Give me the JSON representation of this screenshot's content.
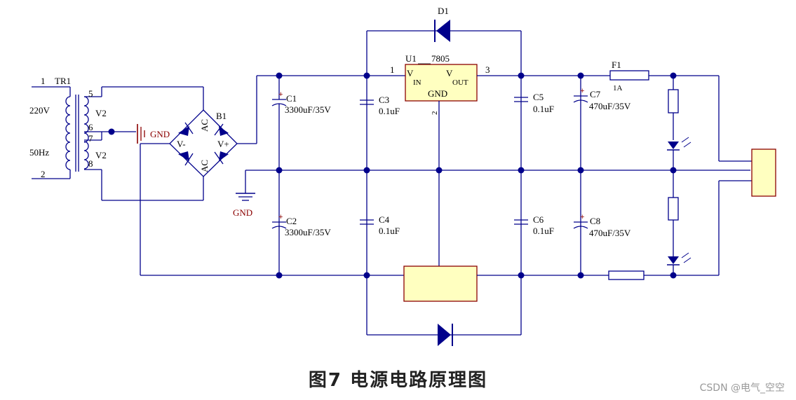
{
  "transformer": {
    "ref": "TR1",
    "pin1": "1",
    "pin2": "2",
    "pin5": "5",
    "pin6": "6",
    "pin7": "7",
    "pin8": "8",
    "primary_voltage": "220V",
    "frequency": "50Hz",
    "secondary_label": "V2"
  },
  "bridge": {
    "ref": "B1",
    "ac": "AC",
    "vminus": "V-",
    "vplus": "V+"
  },
  "gnd_label": "GND",
  "regulator": {
    "ref": "U1",
    "part": "7805",
    "pin_in": "1",
    "pin_out": "3",
    "pin_gnd": "2",
    "vin_v": "V",
    "vin_sub": "IN",
    "vout_v": "V",
    "vout_sub": "OUT",
    "gnd": "GND"
  },
  "diode": {
    "ref": "D1"
  },
  "capacitors": [
    {
      "ref": "C1",
      "value": "3300uF/35V"
    },
    {
      "ref": "C2",
      "value": "3300uF/35V"
    },
    {
      "ref": "C3",
      "value": "0.1uF"
    },
    {
      "ref": "C4",
      "value": "0.1uF"
    },
    {
      "ref": "C5",
      "value": "0.1uF"
    },
    {
      "ref": "C6",
      "value": "0.1uF"
    },
    {
      "ref": "C7",
      "value": "470uF/35V"
    },
    {
      "ref": "C8",
      "value": "470uF/35V"
    }
  ],
  "fuse": {
    "ref": "F1",
    "rating": "1A"
  },
  "caption": "图7    电源电路原理图",
  "watermark": "CSDN @电气_空空",
  "colors": {
    "wire": "#00008b",
    "component_fill": "#ffffc0",
    "component_border": "#8b0000",
    "label_red": "#8b0000"
  }
}
